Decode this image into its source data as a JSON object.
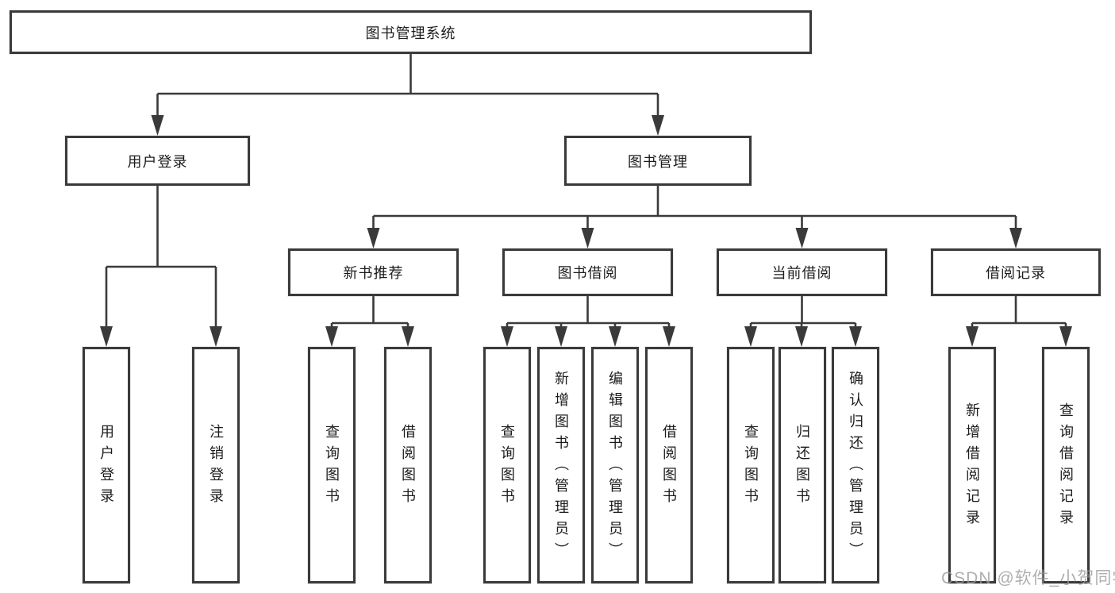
{
  "diagram": {
    "title": "图书管理系统",
    "watermark": "CSDN @软件_小贺同学",
    "colors": {
      "line": "#3a3a3a",
      "box_border": "#3a3a3a",
      "box_background": "#ffffff",
      "text": "#1c1c1c",
      "watermark": "#9a9a9a"
    },
    "nodes": {
      "root": {
        "label": "图书管理系统"
      },
      "user_login": {
        "label": "用户登录"
      },
      "book_mgmt": {
        "label": "图书管理"
      },
      "new_book_rec": {
        "label": "新书推荐"
      },
      "book_borrow": {
        "label": "图书借阅"
      },
      "current_borrow": {
        "label": "当前借阅"
      },
      "borrow_record": {
        "label": "借阅记录"
      },
      "leaf_user_login": {
        "label": "用户登录"
      },
      "leaf_logout": {
        "label": "注销登录"
      },
      "leaf_nbr_query": {
        "label": "查询图书"
      },
      "leaf_nbr_borrow": {
        "label": "借阅图书"
      },
      "leaf_bb_query": {
        "label": "查询图书"
      },
      "leaf_bb_add": {
        "label": "新增图书（管理员）"
      },
      "leaf_bb_edit": {
        "label": "编辑图书（管理员）"
      },
      "leaf_bb_borrow": {
        "label": "借阅图书"
      },
      "leaf_cb_query": {
        "label": "查询图书"
      },
      "leaf_cb_return": {
        "label": "归还图书"
      },
      "leaf_cb_confirm": {
        "label": "确认归还（管理员）"
      },
      "leaf_br_add": {
        "label": "新增借阅记录"
      },
      "leaf_br_query": {
        "label": "查询借阅记录"
      }
    },
    "hierarchy": {
      "图书管理系统": {
        "用户登录": [
          "用户登录",
          "注销登录"
        ],
        "图书管理": {
          "新书推荐": [
            "查询图书",
            "借阅图书"
          ],
          "图书借阅": [
            "查询图书",
            "新增图书（管理员）",
            "编辑图书（管理员）",
            "借阅图书"
          ],
          "当前借阅": [
            "查询图书",
            "归还图书",
            "确认归还（管理员）"
          ],
          "借阅记录": [
            "新增借阅记录",
            "查询借阅记录"
          ]
        }
      }
    }
  }
}
